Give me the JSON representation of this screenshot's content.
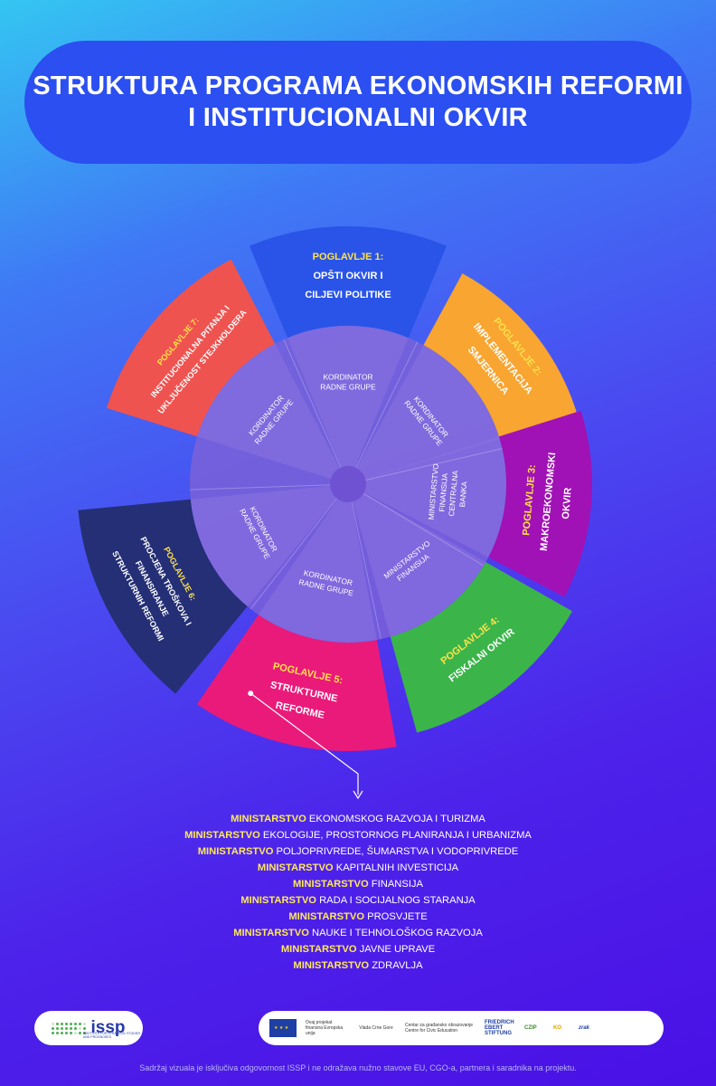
{
  "title": {
    "line1": "STRUKTURA PROGRAMA EKONOMSKIH REFORMI",
    "line2": "I INSTITUCIONALNI OKVIR"
  },
  "colors": {
    "ch1": "#2a54e8",
    "ch2": "#f8a531",
    "ch3": "#a012b5",
    "ch4": "#3bb54a",
    "ch5": "#ea1a7a",
    "ch6": "#242f76",
    "ch7": "#ef5350",
    "inner_ring": "#7a62d8",
    "hub": "#6f52d2",
    "chapter_label": "#ffe14a"
  },
  "chapters": [
    {
      "id": "ch1",
      "chapter": "POGLAVLJE 1:",
      "name": [
        "OPŠTI OKVIR I",
        "CILJEVI POLITIKE"
      ],
      "inner": [
        "KORDINATOR",
        "RADNE GRUPE"
      ]
    },
    {
      "id": "ch2",
      "chapter": "POGLAVLJE 2:",
      "name": [
        "IMPLEMENTACIJA",
        "SMJERNICA"
      ],
      "inner": [
        "KORDINATOR",
        "RADNE GRUPE"
      ]
    },
    {
      "id": "ch3",
      "chapter": "POGLAVLJE 3:",
      "name": [
        "MAKROEKONOMSKI",
        "OKVIR"
      ],
      "inner": [
        "MINISTARSTVO",
        "FINANSIJA",
        "CENTRALNA",
        "BANKA"
      ]
    },
    {
      "id": "ch4",
      "chapter": "POGLAVLJE 4:",
      "name": [
        "FISKALNI OKVIR"
      ],
      "inner": [
        "MINISTARSTVO",
        "FINANSIJA"
      ]
    },
    {
      "id": "ch5",
      "chapter": "POGLAVLJE 5:",
      "name": [
        "STRUKTURNE",
        "REFORME"
      ],
      "inner": [
        "KORDINATOR",
        "RADNE GRUPE"
      ]
    },
    {
      "id": "ch6",
      "chapter": "POGLAVLJE 6:",
      "name": [
        "PROCJENA TROŠKOVA I",
        "FINANSIRANJE",
        "STRUKTURNIH REFORMI"
      ],
      "inner": [
        "KORDINATOR",
        "RADNE GRUPE"
      ]
    },
    {
      "id": "ch7",
      "chapter": "POGLAVLJE 7:",
      "name": [
        "INSTITUCIONALNA PITANJA I",
        "UKLJUČENOST STEJKHOLDERA"
      ],
      "inner": [
        "KORDINATOR",
        "RADNE GRUPE"
      ]
    }
  ],
  "ministries_keyword": "MINISTARSTVO",
  "ministries": [
    "EKONOMSKOG RAZVOJA I TURIZMA",
    "EKOLOGIJE, PROSTORNOG PLANIRANJA I URBANIZMA",
    "POLJOPRIVREDE, ŠUMARSTVA I VODOPRIVREDE",
    "KAPITALNIH INVESTICIJA",
    "FINANSIJA",
    "RADA I SOCIJALNOG STARANJA",
    "PROSVJETE",
    "NAUKE I TEHNOLOŠKOG RAZVOJA",
    "JAVNE UPRAVE",
    "ZDRAVLJA"
  ],
  "footer": {
    "issp_logo": "issp",
    "issp_sub": "INSTITUTE FOR STRATEGIC STUDIES AND PROGNOSES",
    "eu_text": "Ovaj projekat finansira Evropska unija",
    "gov_text": "Vlada Crne Gore",
    "czgo_text": "Centar za građansko obrazovanje Centre for Civic Education",
    "fes_text": "FRIEDRICH EBERT STIFTUNG",
    "czip_text": "CZIP",
    "ko_text": "KO",
    "last_logo": "zrak",
    "disclaimer": "Sadržaj vizuala je isključiva odgovornost ISSP i ne odražava nužno stavove EU, CGO-a, partnera i saradnika na projektu."
  }
}
